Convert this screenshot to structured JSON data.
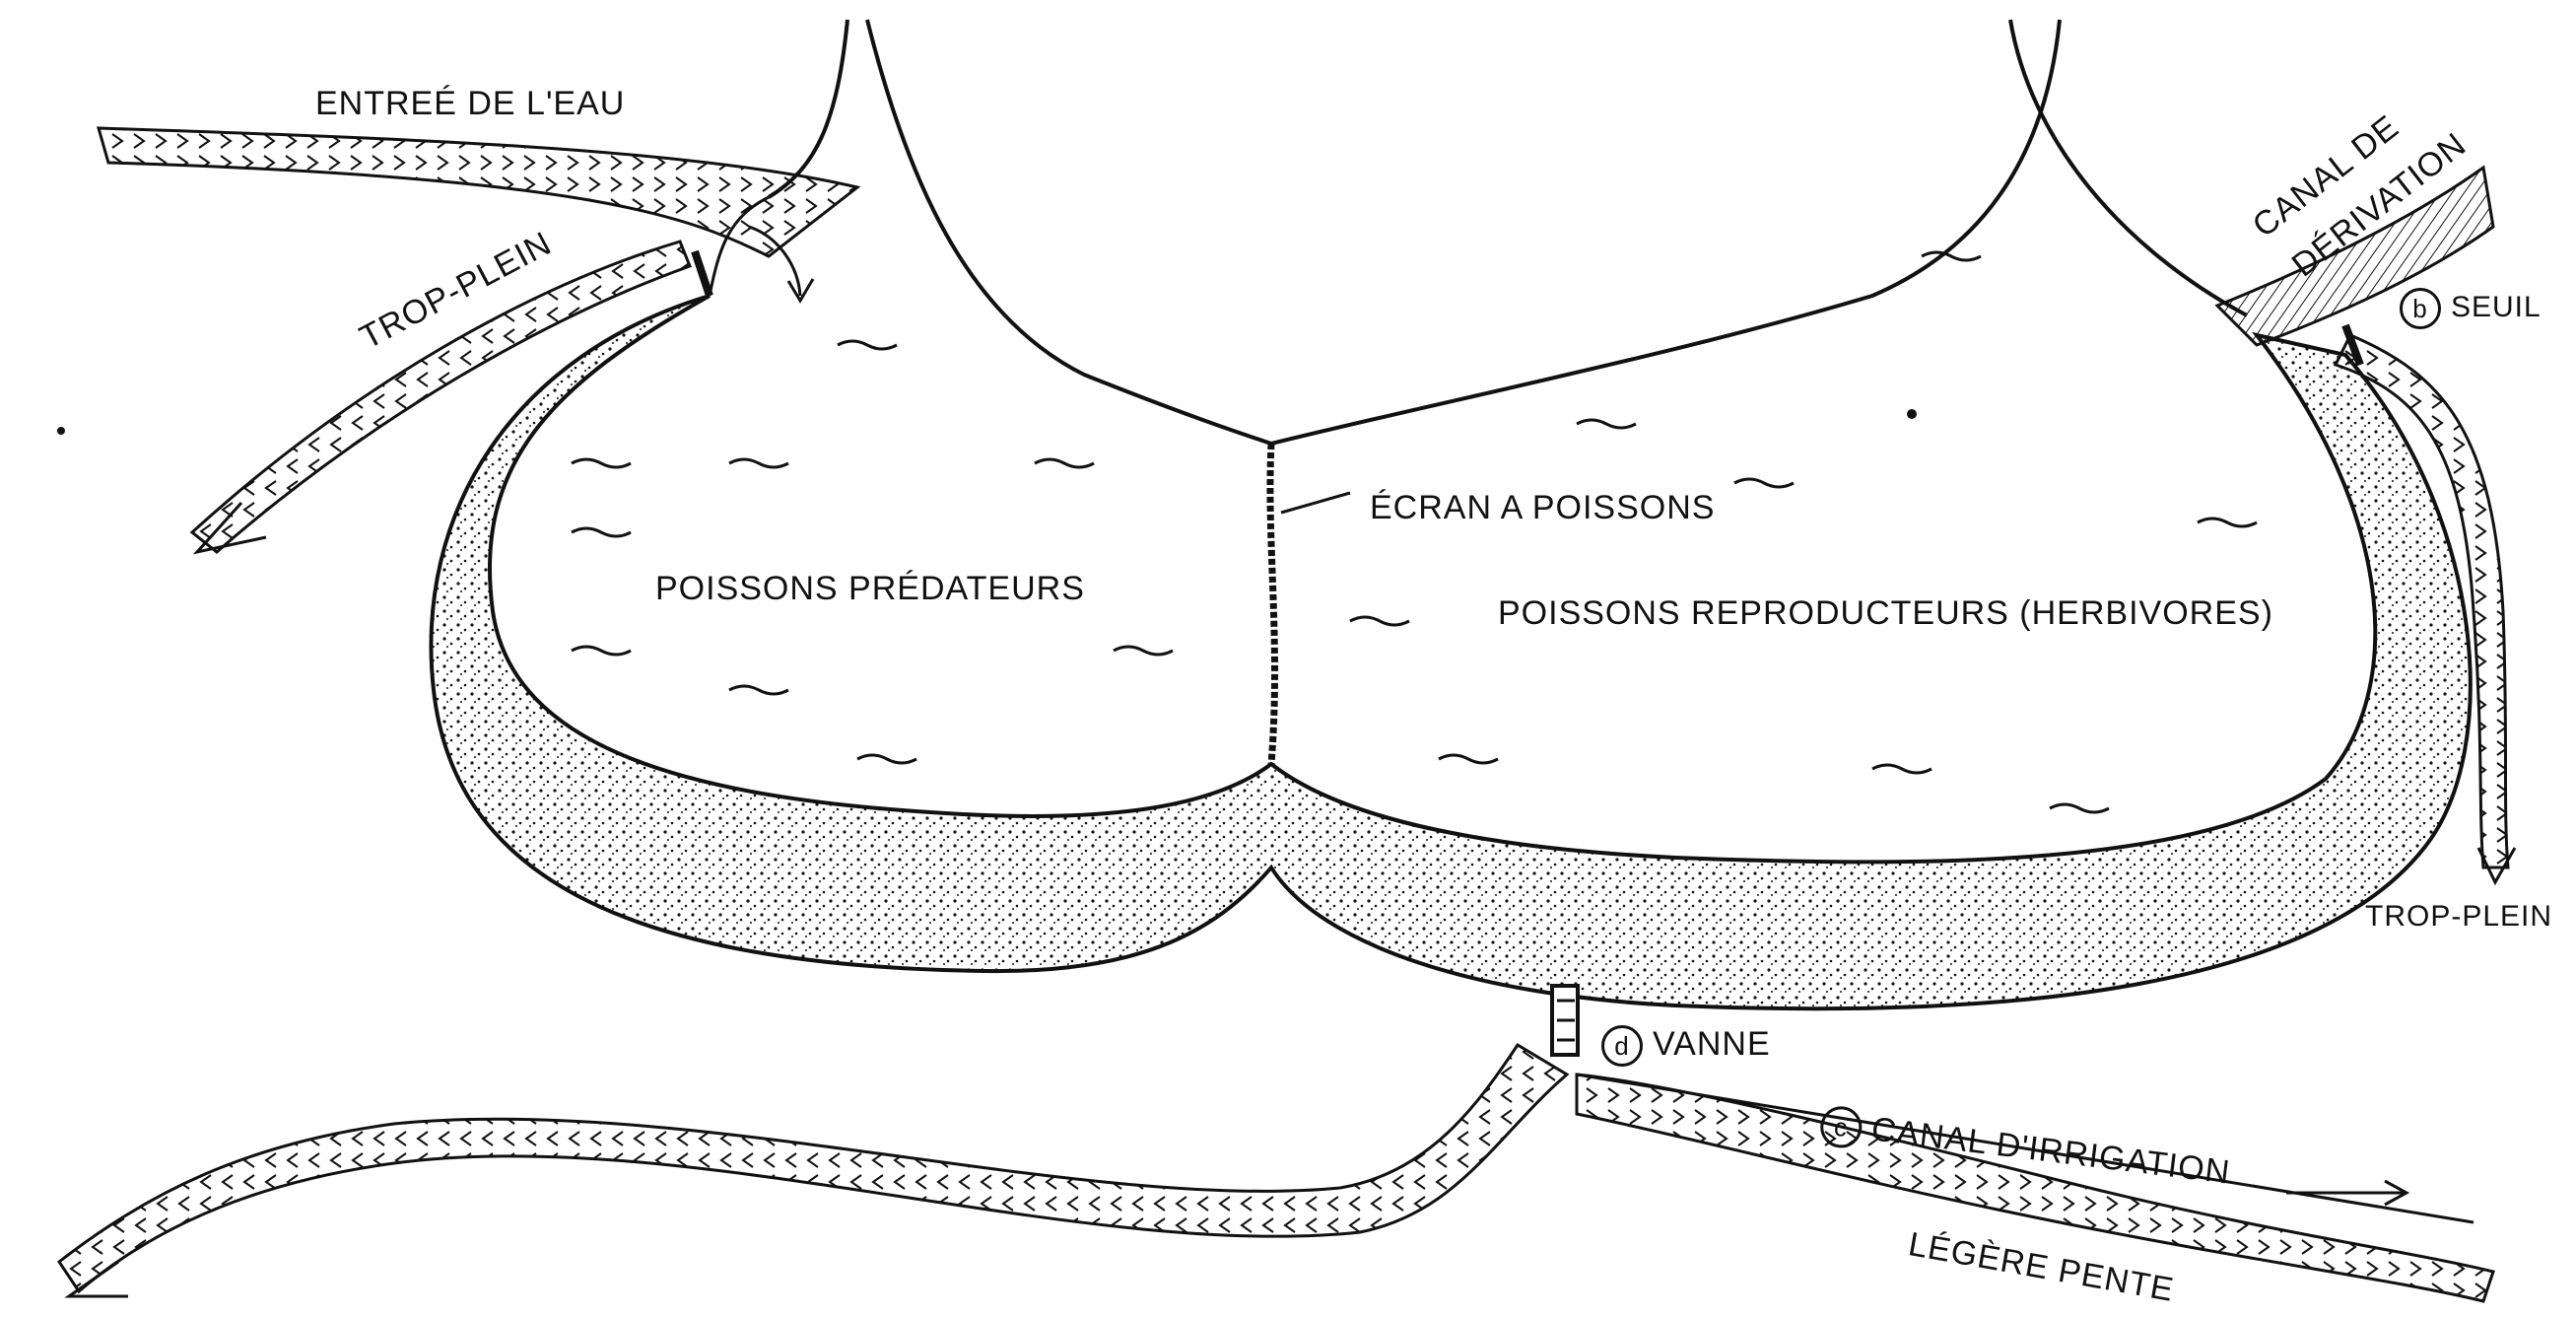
{
  "colors": {
    "ink": "#111111",
    "paper": "#ffffff"
  },
  "labels": {
    "water_inlet": "ENTREÉ DE L'EAU",
    "overflow_left": "TROP-PLEIN",
    "overflow_right": "TROP-PLEIN",
    "diversion_canal_line1": "CANAL DE",
    "diversion_canal_line2": "DÉRIVATION",
    "threshold_marker": "b",
    "threshold": "SEUIL",
    "fish_screen": "ÉCRAN A POISSONS",
    "predator_pond": "POISSONS PRÉDATEURS",
    "breeder_pond": "POISSONS REPRODUCTEURS (HERBIVORES)",
    "gate_marker": "D",
    "gate": "VANNE",
    "irrigation_marker": "C",
    "irrigation_canal": "CANAL D'IRRIGATION",
    "slight_slope": "LÉGÈRE PENTE"
  }
}
